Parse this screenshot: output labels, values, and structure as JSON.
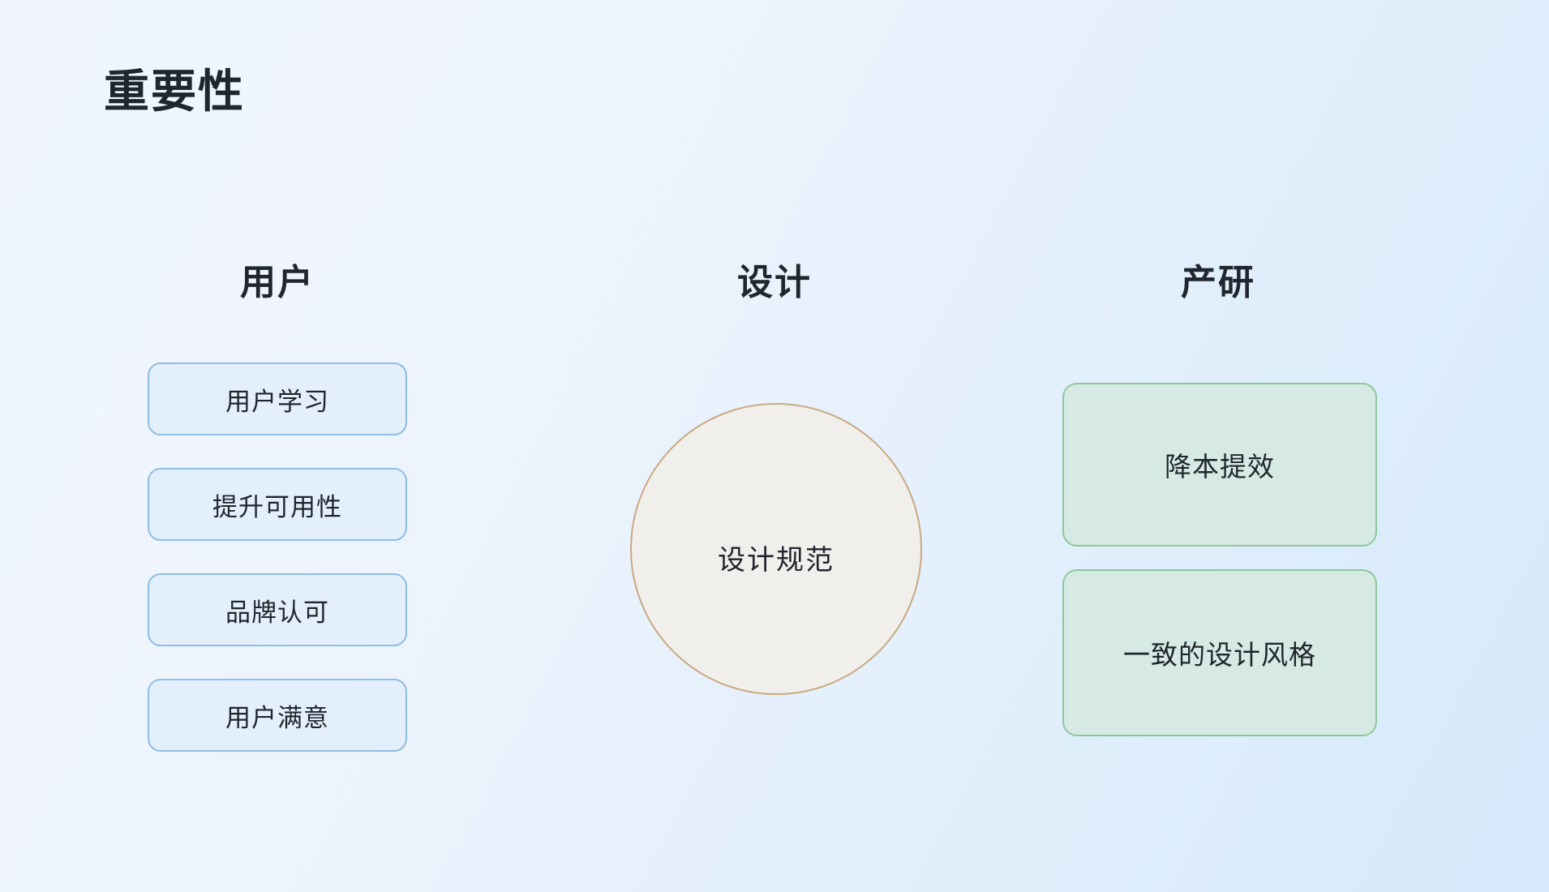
{
  "slide": {
    "title": "重要性",
    "background_from": "#f1f6fd",
    "background_to": "#d6eafb"
  },
  "columns": {
    "user": {
      "heading": "用户",
      "accent_border": "#8fbde3",
      "accent_fill": "#e3f0fb",
      "items": [
        {
          "label": "用户学习"
        },
        {
          "label": "提升可用性"
        },
        {
          "label": "品牌认可"
        },
        {
          "label": "用户满意"
        }
      ]
    },
    "design": {
      "heading": "设计",
      "accent_border": "#c9a982",
      "accent_fill": "#f1efeb",
      "circle_label": "设计规范"
    },
    "product": {
      "heading": "产研",
      "accent_border": "#8fc79b",
      "accent_fill": "#d6e9e2",
      "items": [
        {
          "label": "降本提效"
        },
        {
          "label": "一致的设计风格"
        }
      ]
    }
  }
}
